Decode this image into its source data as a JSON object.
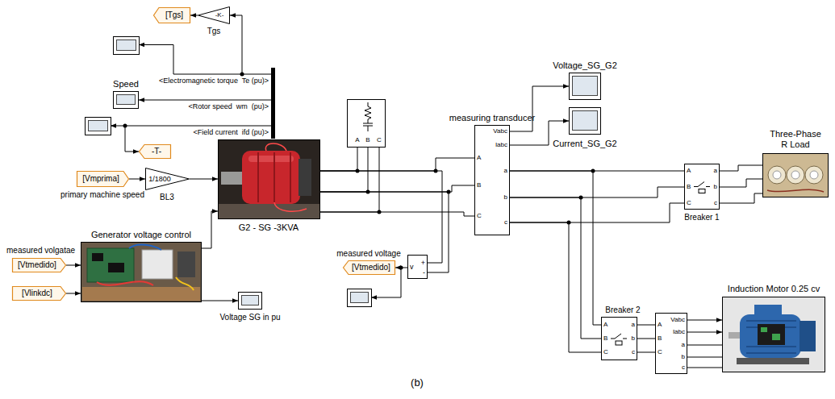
{
  "diagram": {
    "caption": "(b)",
    "nodes": [
      {
        "text": [
          "[Tgs]"
        ]
      },
      {
        "text": [
          "-K-",
          "Tgs"
        ]
      },
      {
        "text": [
          "Speed"
        ]
      },
      {
        "text": [
          "-T-"
        ]
      },
      {
        "text": [
          "[Vmprima]",
          "primary machine speed"
        ]
      },
      {
        "text": [
          "1/1800",
          "BL3"
        ]
      },
      {
        "text": [
          "G2 - SG -3KVA"
        ]
      },
      {
        "text": [
          "Generator voltage control"
        ]
      },
      {
        "text": [
          "[Vtmedido]",
          "measured volgatae"
        ]
      },
      {
        "text": [
          "[Vlinkdc]"
        ]
      },
      {
        "text": [
          "Voltage SG in pu"
        ]
      },
      {
        "text": [
          "A",
          "B",
          "C"
        ]
      },
      {
        "text": [
          "measuring transducer",
          "A",
          "B",
          "C",
          "Vabc",
          "Iabc",
          "a",
          "b",
          "c"
        ]
      },
      {
        "text": [
          "[Vtmedido]",
          "measured voltage"
        ]
      },
      {
        "text": [
          "v",
          "+",
          "-"
        ]
      },
      {
        "text": [
          "Voltage_SG_G2"
        ]
      },
      {
        "text": [
          "Current_SG_G2"
        ]
      },
      {
        "text": [
          "A",
          "B",
          "C",
          "a",
          "b",
          "c",
          "Breaker 1"
        ]
      },
      {
        "text": [
          "Three-Phase R Load"
        ]
      },
      {
        "text": [
          "Breaker 2",
          "A",
          "B",
          "C",
          "a",
          "b",
          "c"
        ]
      },
      {
        "text": [
          "Vabc",
          "Iabc",
          "A",
          "B",
          "C",
          "a",
          "b",
          "c"
        ]
      },
      {
        "text": [
          "Induction Motor 0.25 cv"
        ]
      }
    ],
    "edges": [
      {
        "from": 1,
        "to": 0,
        "arrow": "to"
      },
      {
        "from": 4,
        "to": 5,
        "arrow": "to"
      },
      {
        "from": 5,
        "to": 6,
        "arrow": "to"
      },
      {
        "from": 8,
        "to": 7,
        "arrow": "to"
      },
      {
        "from": 9,
        "to": 7,
        "arrow": "to"
      },
      {
        "from": 7,
        "to": 10,
        "arrow": "to"
      },
      {
        "from": 7,
        "to": 6,
        "arrow": "to"
      },
      {
        "from": 6,
        "to": 11,
        "arrow": "none"
      },
      {
        "from": 6,
        "to": 11,
        "arrow": "none"
      },
      {
        "from": 6,
        "to": 11,
        "arrow": "none"
      },
      {
        "from": 6,
        "to": 12,
        "arrow": "none"
      },
      {
        "from": 6,
        "to": 12,
        "arrow": "none"
      },
      {
        "from": 6,
        "to": 12,
        "arrow": "none"
      },
      {
        "from": 6,
        "to": 14,
        "arrow": "none"
      },
      {
        "from": 6,
        "to": 14,
        "arrow": "none"
      },
      {
        "from": 14,
        "to": 13,
        "arrow": "to"
      },
      {
        "from": 12,
        "to": 15,
        "arrow": "to"
      },
      {
        "from": 12,
        "to": 16,
        "arrow": "to"
      },
      {
        "from": 12,
        "to": 17,
        "arrow": "none"
      },
      {
        "from": 12,
        "to": 17,
        "arrow": "none"
      },
      {
        "from": 12,
        "to": 17,
        "arrow": "none"
      },
      {
        "from": 17,
        "to": 18,
        "arrow": "none"
      },
      {
        "from": 17,
        "to": 18,
        "arrow": "none"
      },
      {
        "from": 17,
        "to": 18,
        "arrow": "none"
      },
      {
        "from": 12,
        "to": 19,
        "arrow": "none"
      },
      {
        "from": 12,
        "to": 19,
        "arrow": "none"
      },
      {
        "from": 12,
        "to": 19,
        "arrow": "none"
      },
      {
        "from": 19,
        "to": 20,
        "arrow": "none"
      },
      {
        "from": 19,
        "to": 20,
        "arrow": "none"
      },
      {
        "from": 19,
        "to": 20,
        "arrow": "none"
      },
      {
        "from": 20,
        "to": 21,
        "arrow": "to"
      },
      {
        "from": 20,
        "to": 21,
        "arrow": "to"
      },
      {
        "from": 20,
        "to": 21,
        "arrow": "none"
      },
      {
        "from": 20,
        "to": 21,
        "arrow": "none"
      },
      {
        "from": 20,
        "to": 21,
        "arrow": "none"
      }
    ],
    "labels": [
      "<Electromagnetic torque  Te (pu)>",
      "<Rotor speed  wm  (pu)>",
      "<Field current  ifd (pu)>"
    ]
  }
}
